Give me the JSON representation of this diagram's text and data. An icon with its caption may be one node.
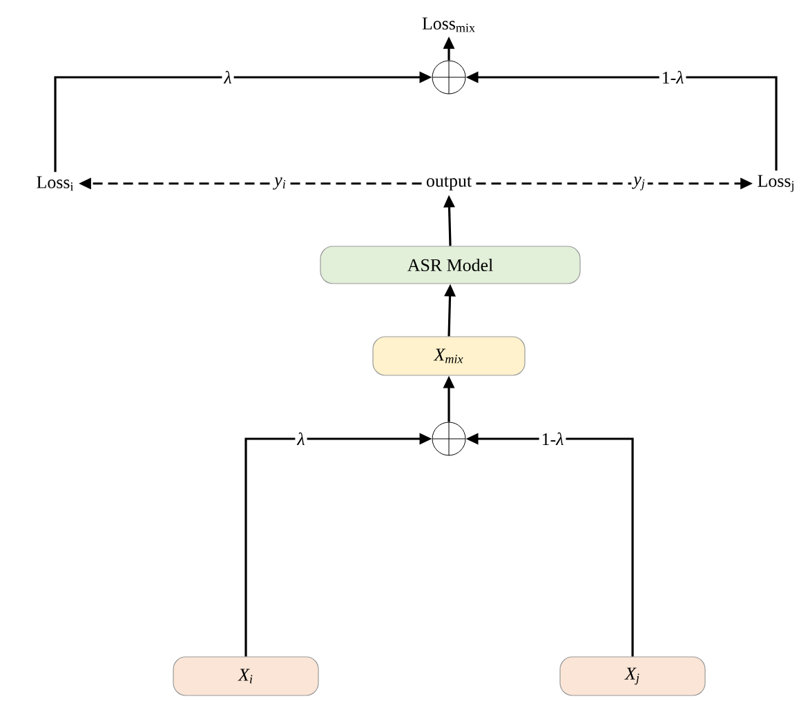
{
  "diagram": {
    "nodes": [
      {
        "text": [
          "Loss$_{mix}$"
        ]
      },
      {
        "text": [],
        "shape": "circle"
      },
      {
        "text": [
          "Loss$_{i}$"
        ]
      },
      {
        "text": [
          "output"
        ]
      },
      {
        "text": [
          "Loss$_{j}$"
        ]
      },
      {
        "text": [
          "ASR Model"
        ]
      },
      {
        "text": [
          "X$_{mix}$"
        ]
      },
      {
        "text": [],
        "shape": "circle"
      },
      {
        "text": [
          "X$_{i}$"
        ]
      },
      {
        "text": [
          "X$_{j}$"
        ]
      }
    ],
    "edges": [
      {
        "from": 1,
        "to": 0,
        "arrow": "to"
      },
      {
        "from": 2,
        "to": 1,
        "arrow": "to",
        "label": "λ"
      },
      {
        "from": 4,
        "to": 1,
        "arrow": "to",
        "label": "1-*λ*"
      },
      {
        "from": 3,
        "to": 2,
        "arrow": "to",
        "style": "dashed",
        "label": "y$_{i}$"
      },
      {
        "from": 3,
        "to": 4,
        "arrow": "to",
        "style": "dashed",
        "label": "y$_{j}$"
      },
      {
        "from": 5,
        "to": 3,
        "arrow": "to"
      },
      {
        "from": 6,
        "to": 5,
        "arrow": "to"
      },
      {
        "from": 7,
        "to": 6,
        "arrow": "to"
      },
      {
        "from": 8,
        "to": 7,
        "arrow": "to",
        "label": "λ"
      },
      {
        "from": 9,
        "to": 7,
        "arrow": "to",
        "label": "1-*λ*"
      }
    ]
  }
}
